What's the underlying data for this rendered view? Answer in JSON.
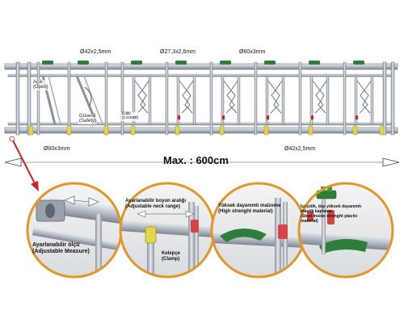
{
  "colors": {
    "steel": "#b9c0c8",
    "steel_dark": "#6c7680",
    "yellow_clamp": "#e2d64a",
    "green_cap": "#2e7d3a",
    "orange_ring": "#e3962a",
    "red_arrow": "#d2232a"
  },
  "dimensions": {
    "top_left_tube": "Ø42x2,5mm",
    "top_mid_tube": "Ø27,3x2,6mm",
    "top_right_tube": "Ø60x3mm",
    "bottom_left_tube": "Ø60x3mm",
    "bottom_right_tube": "Ø42x2,5mm",
    "max_length": "Max. : 600cm"
  },
  "frame_labels": {
    "open_tr": "Açık",
    "open_en": "(Open)",
    "safety_tr": "Güvenli",
    "safety_en": "(Safety)",
    "locked_tr": "Kilitli",
    "locked_en": "(Locked)"
  },
  "details": [
    {
      "tr": "Ayarlanabilir ölçü",
      "en": "(Adjustable Measure)"
    },
    {
      "tr": "Ayarlanabilir boyun aralığı",
      "en": "(Adjustable neck range)",
      "tr2": "Kelepçe",
      "en2": "(Clamp)"
    },
    {
      "tr": "Yüksek dayanımlı malzeme",
      "en": "(High strenght material)"
    },
    {
      "tr": "İçi çelik, dışı yüksek dayanımlı plastik kaplama",
      "en": "(Steel inside strenght plactic material)"
    }
  ]
}
